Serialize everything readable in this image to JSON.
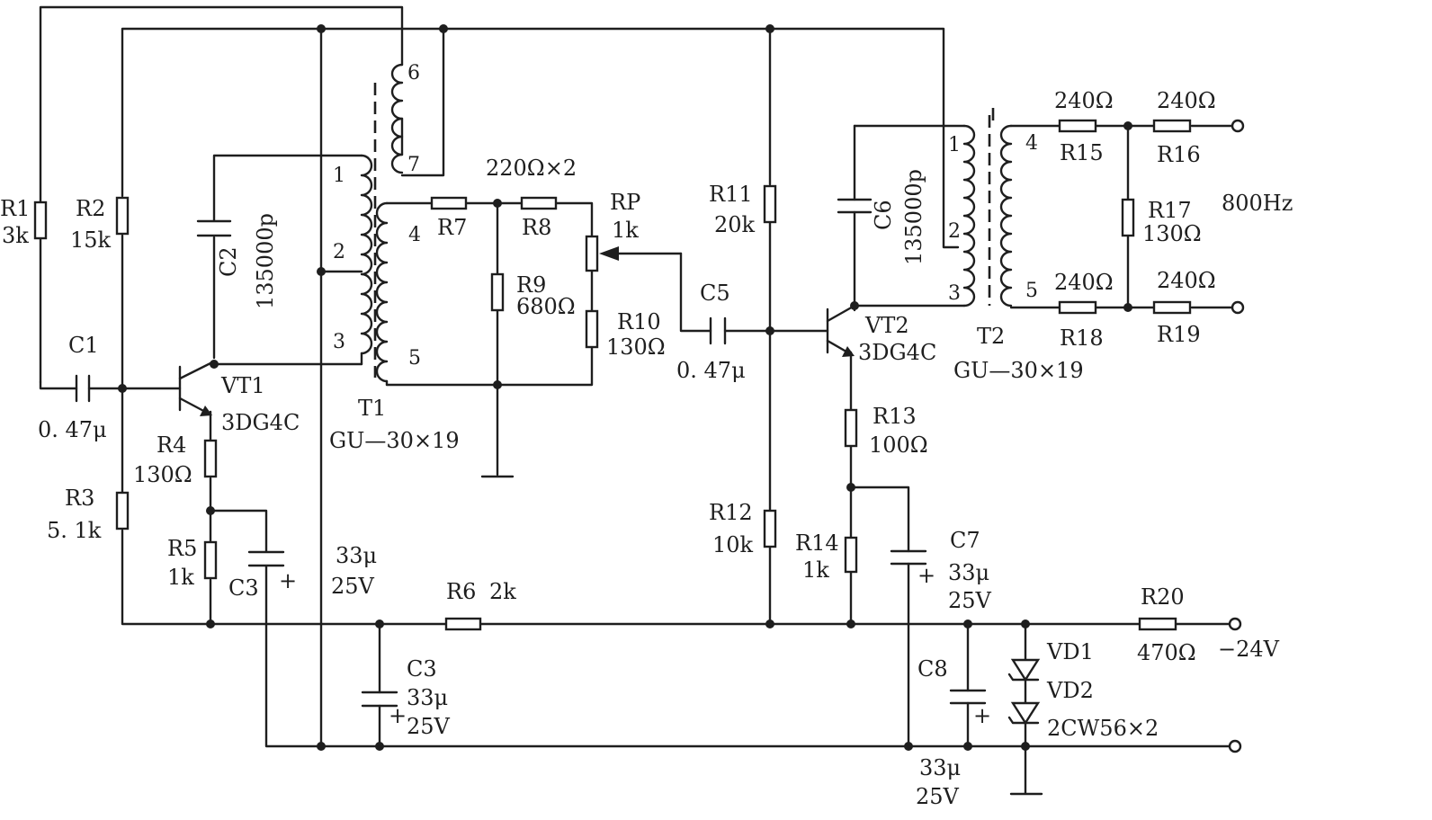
{
  "components": {
    "r1": {
      "ref": "R1",
      "value": "3k"
    },
    "r2": {
      "ref": "R2",
      "value": "15k"
    },
    "r3": {
      "ref": "R3",
      "value": "5. 1k"
    },
    "r4": {
      "ref": "R4",
      "value": "130Ω"
    },
    "r5": {
      "ref": "R5",
      "value": "1k"
    },
    "r6": {
      "ref": "R6",
      "value": "2k"
    },
    "r7": {
      "ref": "R7"
    },
    "r8": {
      "ref": "R8"
    },
    "r7r8_value": "220Ω×2",
    "r9": {
      "ref": "R9",
      "value": "680Ω"
    },
    "r10": {
      "ref": "R10",
      "value": "130Ω"
    },
    "rp": {
      "ref": "RP",
      "value": "1k"
    },
    "r11": {
      "ref": "R11",
      "value": "20k"
    },
    "r12": {
      "ref": "R12",
      "value": "10k"
    },
    "r13": {
      "ref": "R13",
      "value": "100Ω"
    },
    "r14": {
      "ref": "R14",
      "value": "1k"
    },
    "r15": {
      "ref": "R15",
      "value": "240Ω"
    },
    "r16": {
      "ref": "R16",
      "value": "240Ω"
    },
    "r17": {
      "ref": "R17",
      "value": "130Ω"
    },
    "r18": {
      "ref": "R18",
      "value": "240Ω"
    },
    "r19": {
      "ref": "R19",
      "value": "240Ω"
    },
    "r20": {
      "ref": "R20",
      "value": "470Ω"
    },
    "c1": {
      "ref": "C1",
      "value": "0. 47μ"
    },
    "c2": {
      "ref": "C2",
      "value": "135000p"
    },
    "c3a": {
      "ref": "C3",
      "value": "33μ",
      "voltage": "25V"
    },
    "c3b": {
      "ref": "C3",
      "value": "33μ",
      "voltage": "25V"
    },
    "c5": {
      "ref": "C5",
      "value": "0. 47μ"
    },
    "c6": {
      "ref": "C6",
      "value": "135000p"
    },
    "c7": {
      "ref": "C7",
      "value": "33μ",
      "voltage": "25V"
    },
    "c8": {
      "ref": "C8",
      "value": "33μ",
      "voltage": "25V"
    },
    "vt1": {
      "ref": "VT1",
      "type": "3DG4C"
    },
    "vt2": {
      "ref": "VT2",
      "type": "3DG4C"
    },
    "t1": {
      "ref": "T1",
      "core": "GU—30×19",
      "pins": [
        "1",
        "2",
        "3",
        "4",
        "5",
        "6",
        "7"
      ]
    },
    "t2": {
      "ref": "T2",
      "core": "GU—30×19",
      "pins": [
        "1",
        "2",
        "3",
        "4",
        "5"
      ]
    },
    "vd1": {
      "ref": "VD1"
    },
    "vd2": {
      "ref": "VD2"
    },
    "vd_type": "2CW56×2",
    "plus_sign": "+"
  },
  "output_frequency": "800Hz",
  "supply_voltage": "−24V"
}
